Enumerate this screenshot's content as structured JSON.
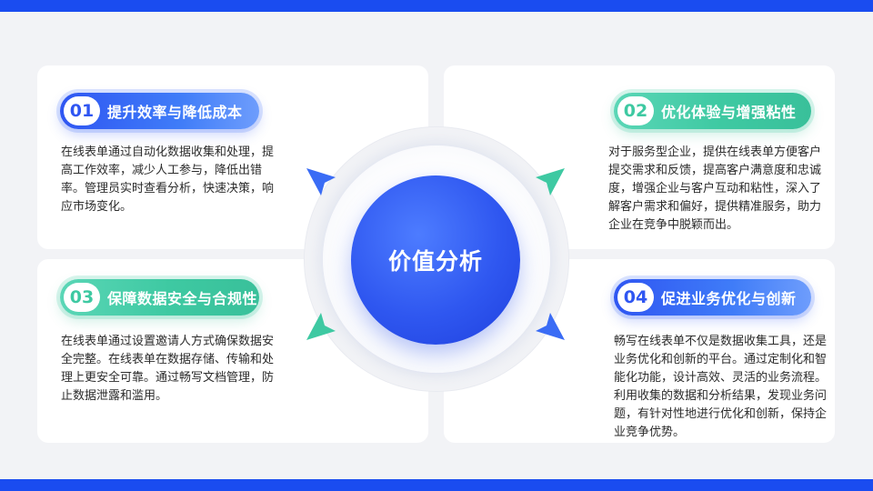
{
  "center": {
    "title": "价值分析"
  },
  "cards": [
    {
      "number": "01",
      "title": "提升效率与降低成本",
      "color": "#2f56f2",
      "text": "在线表单通过自动化数据收集和处理，提高工作效率，减少人工参与，降低出错率。管理员实时查看分析，快速决策，响应市场变化。"
    },
    {
      "number": "02",
      "title": "优化体验与增强粘性",
      "color": "#3ec9a2",
      "text": "对于服务型企业，提供在线表单方便客户提交需求和反馈，提高客户满意度和忠诚度，增强企业与客户互动和粘性，深入了解客户需求和偏好，提供精准服务，助力企业在竞争中脱颖而出。"
    },
    {
      "number": "03",
      "title": "保障数据安全与合规性",
      "color": "#3ec9a2",
      "text": "在线表单通过设置邀请人方式确保数据安全完整。在线表单在数据存储、传输和处理上更安全可靠。通过畅写文档管理，防止数据泄露和滥用。"
    },
    {
      "number": "04",
      "title": "促进业务优化与创新",
      "color": "#2f56f2",
      "text": "畅写在线表单不仅是数据收集工具，还是业务优化和创新的平台。通过定制化和智能化功能，设计高效、灵活的业务流程。利用收集的数据和分析结果，发现业务问题，有针对性地进行优化和创新，保持企业竞争优势。"
    }
  ],
  "arrows": [
    {
      "icon": "arrow-up-left-icon",
      "color": "#3a6cf5"
    },
    {
      "icon": "arrow-up-right-icon",
      "color": "#3ec9a2"
    },
    {
      "icon": "arrow-down-left-icon",
      "color": "#3ec9a2"
    },
    {
      "icon": "arrow-down-right-icon",
      "color": "#3a6cf5"
    }
  ],
  "colors": {
    "primary": "#1a4cf0",
    "accent_blue": "#2f56f2",
    "accent_green": "#3ec9a2",
    "background": "#f2f3f6"
  }
}
